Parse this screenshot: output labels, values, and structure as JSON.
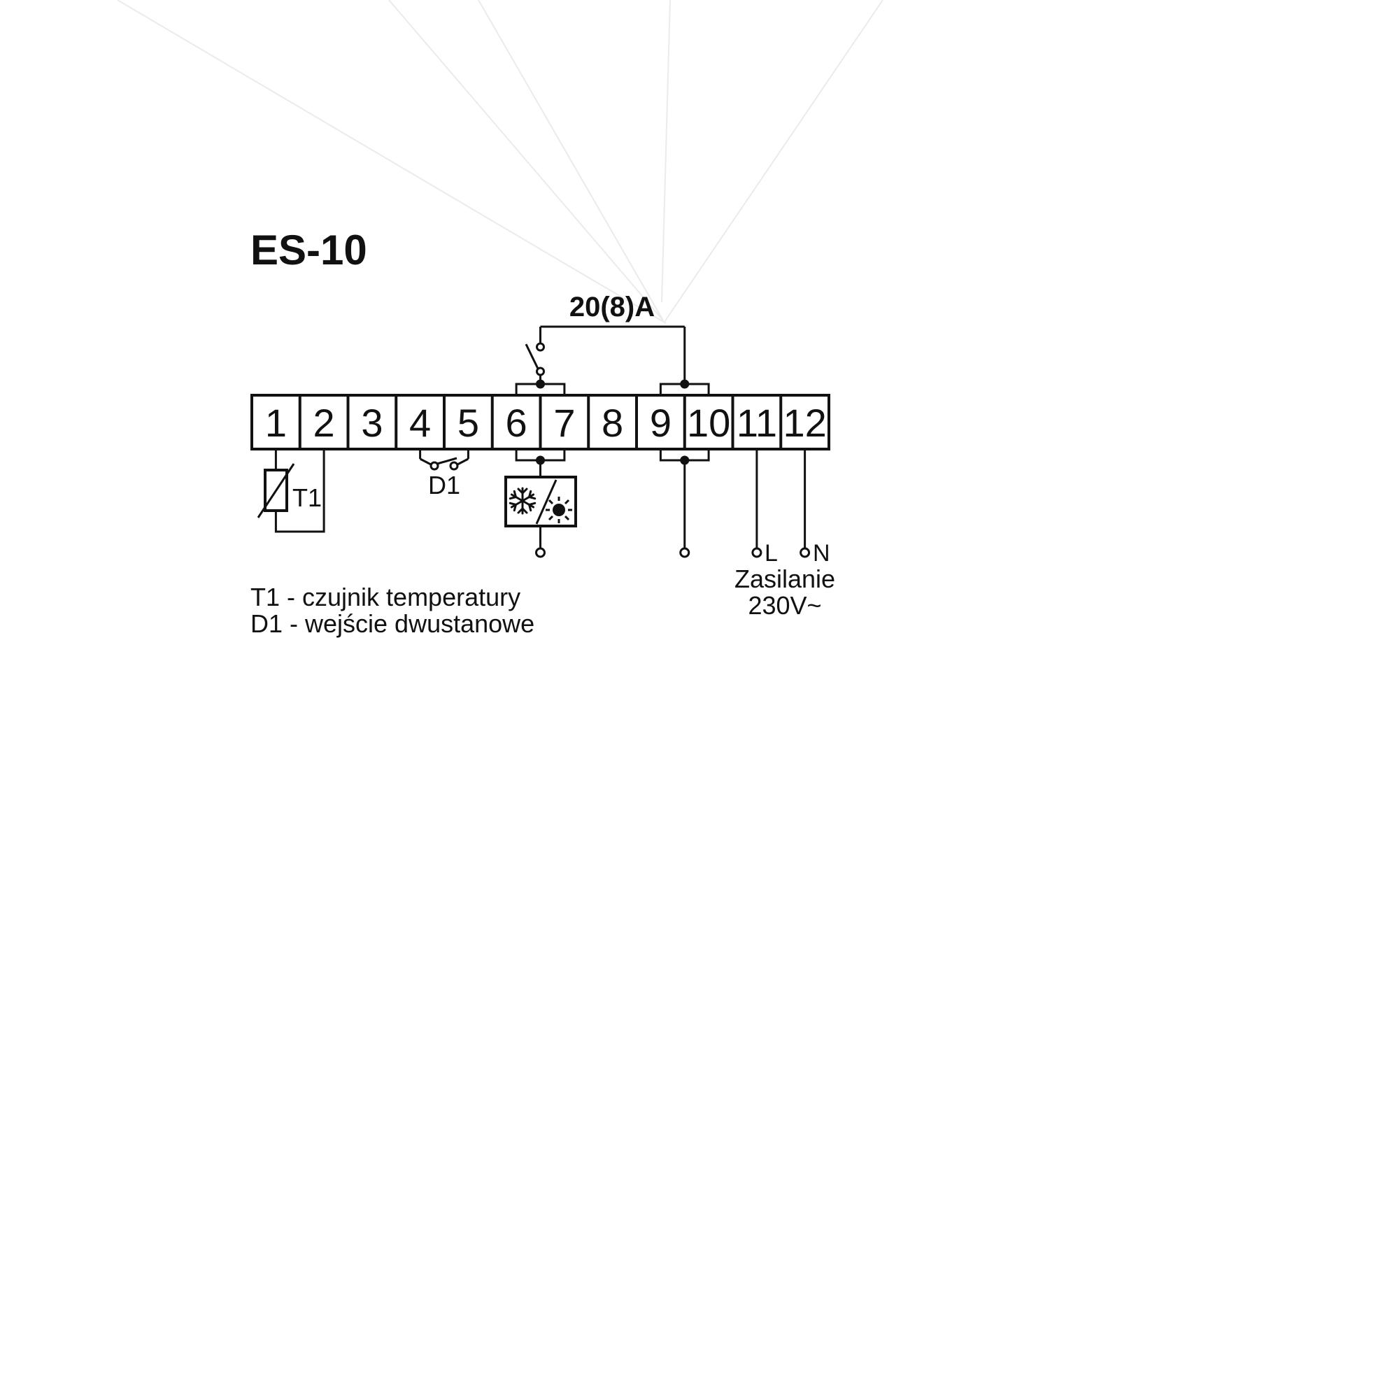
{
  "title": "ES-10",
  "diagram": {
    "rating_label": "20(8)A",
    "terminals": [
      "1",
      "2",
      "3",
      "4",
      "5",
      "6",
      "7",
      "8",
      "9",
      "10",
      "11",
      "12"
    ],
    "sensor_label": "T1",
    "binary_input_label": "D1",
    "line_label": "L",
    "neutral_label": "N",
    "power_line1": "Zasilanie",
    "power_line2": "230V~"
  },
  "legend": {
    "t1": "T1 - czujnik temperatury",
    "d1": "D1 - wejście dwustanowe"
  },
  "colors": {
    "line": "#111111",
    "background": "#ffffff"
  }
}
